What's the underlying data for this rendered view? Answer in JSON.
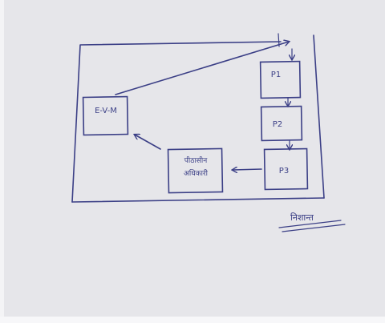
{
  "nodes": {
    "evm": "E-V-M",
    "p1": "P1",
    "p2": "P2",
    "p3": "P3",
    "officer_line1": "पीठासीन",
    "officer_line2": "अधिकारी"
  },
  "signature": "निशान्त",
  "colors": {
    "ink": "#3b3f86",
    "paper": "#e6e6ea"
  }
}
